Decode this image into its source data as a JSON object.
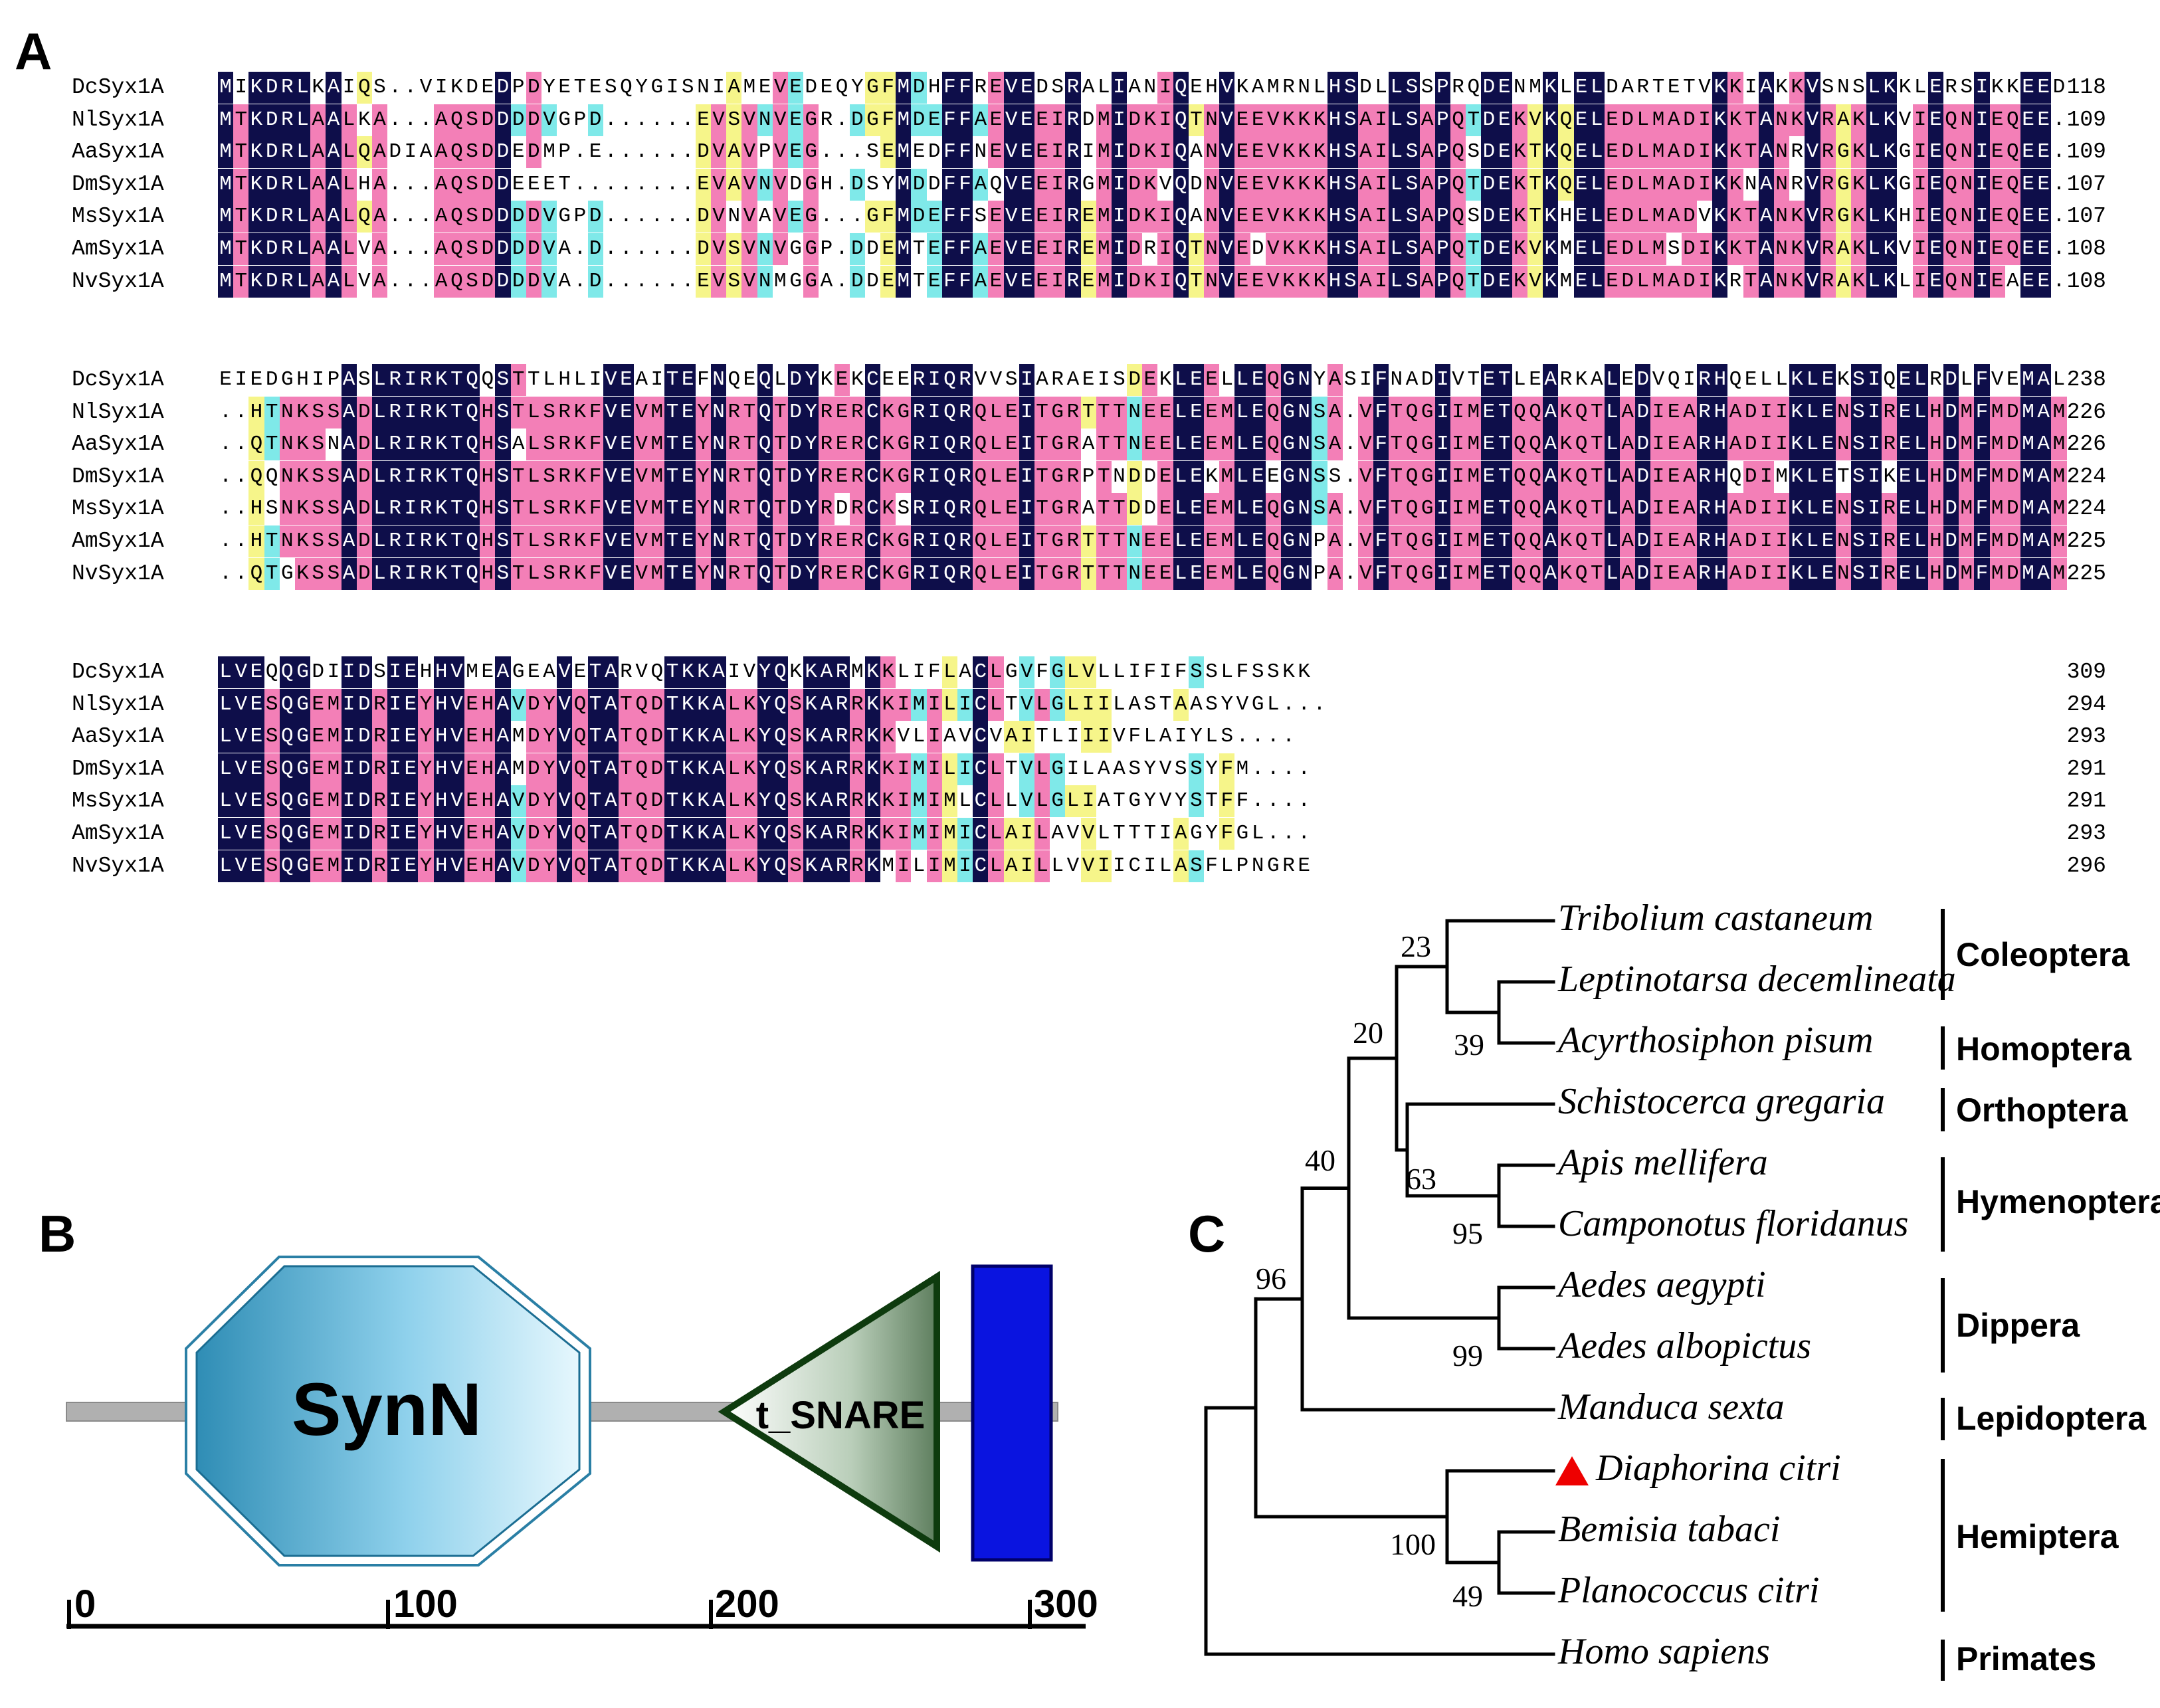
{
  "panels": {
    "a": "A",
    "b": "B",
    "c": "C"
  },
  "colors": {
    "identical": "#0e0e4a",
    "high": "#f37fb7",
    "medium": "#7fe9e9",
    "low": "#f6f58a"
  },
  "alignment": {
    "blocks": [
      {
        "rows": [
          {
            "name": "DcSyx1A",
            "seq": "MIKDRLKAIQS..VIKDEDPDYETESQYGISNIAMEVEDEQYGFMDHFFREVEDSRALIANIQEHVKAMRNLHSDLLSSPRQDENMKLELDARTETVKKIAKKVSNSLKKLERSIKKEED",
            "end": "118"
          },
          {
            "name": "NlSyx1A",
            "seq": "MTKDRLAALKA...AQSDDDDVGPD......EVSVNVEGR.DGFMDEFFAEVEEIRDMIDKIQTNVEEVKKKHSAILSAPQTDEKVKQELEDLMADIKKTANKVRAKLKVIEQNIEQEE.",
            "end": "109"
          },
          {
            "name": "AaSyx1A",
            "seq": "MTKDRLAALQADIAAQSDDEDMP.E......DVAVPVEG...SEMEDFFNEVEEIRIMIDKIQANVEEVKKKHSAILSAPQSDEKTKQELEDLMADIKKTANRVRGKLKGIEQNIEQEE.",
            "end": "109"
          },
          {
            "name": "DmSyx1A",
            "seq": "MTKDRLAALHA...AQSDDEEET........EVAVNVDGH.DSYMDDFFAQVEEIRGMIDKVQDNVEEVKKKHSAILSAPQTDEKTKQELEDLMADIKKNANRVRGKLKGIEQNIEQEE.",
            "end": "107"
          },
          {
            "name": "MsSyx1A",
            "seq": "MTKDRLAALQA...AQSDDDDVGPD......DVNVAVEG...GFMDEFFSEVEEIREMIDKIQANVEEVKKKHSAILSAPQSDEKTKHELEDLMADVKKTANKVRGKLKHIEQNIEQEE.",
            "end": "107"
          },
          {
            "name": "AmSyx1A",
            "seq": "MTKDRLAALVA...AQSDDDDVA.D......DVSVNVGGP.DDEMTEFFAEVEEIREMIDRIQTNVEDVKKKHSAILSAPQTDEKVKMELEDLMSDIKKTANKVRAKLKVIEQNIEQEE.",
            "end": "108"
          },
          {
            "name": "NvSyx1A",
            "seq": "MTKDRLAALVA...AQSDDDDVA.D......EVSVNMGGA.DDEMTEFFAEVEEIREMIDKIQTNVEEVKKKHSAILSAPQTDEKVKMELEDLMADIKRTANKVRAKLKLIEQNIEAEE.",
            "end": "108"
          }
        ]
      },
      {
        "rows": [
          {
            "name": "DcSyx1A",
            "seq": "EIEDGHIPASLRIRKTQQSTTLHLIVEAITEFNQEQLDYKEKCEERIQRVVSIARAEISDEKLEELLEQGNYASIFNADIVTETLEARKALEDVQIRHQELLKLEKSIQELRDLFVEMAL",
            "end": "238"
          },
          {
            "name": "NlSyx1A",
            "seq": "..HTNKSSADLRIRKTQHSTLSRKFVEVMTEYNRTQTDYRERCKGRIQRQLEITGRTTTNEELEEMLEQGNSA.VFTQGIIMETQQAKQTLADIEARHADIIKLENSIRELHDMFMDMAM",
            "end": "226"
          },
          {
            "name": "AaSyx1A",
            "seq": "..QTNKSNADLRIRKTQHSALSRKFVEVMTEYNRTQTDYRERCKGRIQRQLEITGRATTNEELEEMLEQGNSA.VFTQGIIMETQQAKQTLADIEARHADIIKLENSIRELHDMFMDMAM",
            "end": "226"
          },
          {
            "name": "DmSyx1A",
            "seq": "..QQNKSSADLRIRKTQHSTLSRKFVEVMTEYNRTQTDYRERCKGRIQRQLEITGRPTNDDELEKMLEEGNSS.VFTQGIIMETQQAKQTLADIEARHQDIMKLETSIKELHDMFMDMAM",
            "end": "224"
          },
          {
            "name": "MsSyx1A",
            "seq": "..HSNKSSADLRIRKTQHSTLSRKFVEVMTEYNRTQTDYRDRCKSRIQRQLEITGRATTDDELEEMLEQGNSA.VFTQGIIMETQQAKQTLADIEARHADIIKLENSIRELHDMFMDMAM",
            "end": "224"
          },
          {
            "name": "AmSyx1A",
            "seq": "..HTNKSSADLRIRKTQHSTLSRKFVEVMTEYNRTQTDYRERCKGRIQRQLEITGRTTTNEELEEMLEQGNPA.VFTQGIIMETQQAKQTLADIEARHADIIKLENSIRELHDMFMDMAM",
            "end": "225"
          },
          {
            "name": "NvSyx1A",
            "seq": "..QTGKSSADLRIRKTQHSTLSRKFVEVMTEYNRTQTDYRERCKGRIQRQLEITGRTTTNEELEEMLEQGNPA.VFTQGIIMETQQAKQTLADIEARHADIIKLENSIRELHDMFMDMAM",
            "end": "225"
          }
        ]
      },
      {
        "rows": [
          {
            "name": "DcSyx1A",
            "seq": "LVEQQGDIIDSIEHHVMEAGEAVETARVQTKKAIVYQKKARMKKLIFLACLGVFGLVLLIFIFSSLFSSKK",
            "end": "309"
          },
          {
            "name": "NlSyx1A",
            "seq": "LVESQGEMIDRIEYHVEHAVDYVQTATQDTKKALKYQSKARRKKIMILICLTVLGLIILASTAASYVGL...",
            "end": "294"
          },
          {
            "name": "AaSyx1A",
            "seq": "LVESQGEMIDRIEYHVEHAMDYVQTATQDTKKALKYQSKARRKKVLIAVCVAITLIIIVFLAIYLS....",
            "end": "293"
          },
          {
            "name": "DmSyx1A",
            "seq": "LVESQGEMIDRIEYHVEHAMDYVQTATQDTKKALKYQSKARRKKIMILICLTVLGILAASYVSSYFM....",
            "end": "291"
          },
          {
            "name": "MsSyx1A",
            "seq": "LVESQGEMIDRIEYHVEHAVDYVQTATQDTKKALKYQSKARRKKIMIMLCLLVLGLIATGYVYSTFF....",
            "end": "291"
          },
          {
            "name": "AmSyx1A",
            "seq": "LVESQGEMIDRIEYHVEHAVDYVQTATQDTKKALKYQSKARRKKIMIMICLAILAVVLTTTIAGYFGL...",
            "end": "293"
          },
          {
            "name": "NvSyx1A",
            "seq": "LVESQGEMIDRIEYHVEHAVDYVQTATQDTKKALKYQSKARRKMILIMICLAILLVVIICILASFLPNGRE",
            "end": "296"
          }
        ]
      }
    ]
  },
  "domain": {
    "synn_label": "SynN",
    "tsnare_label": "t_SNARE",
    "axis_ticks": [
      "0",
      "100",
      "200",
      "300"
    ],
    "synn_color": "#3aa0c8",
    "tm_color": "#0a14e0"
  },
  "tree": {
    "taxa": [
      "Tribolium castaneum",
      "Leptinotarsa decemlineata",
      "Acyrthosiphon pisum",
      "Schistocerca gregaria",
      "Apis mellifera",
      "Camponotus floridanus",
      "Aedes aegypti",
      "Aedes albopictus",
      "Manduca sexta",
      "Diaphorina citri",
      "Bemisia tabaci",
      "Planococcus citri",
      "Homo sapiens"
    ],
    "bootstrap": [
      "23",
      "39",
      "20",
      "63",
      "95",
      "40",
      "99",
      "96",
      "100",
      "49"
    ],
    "orders": [
      "Coleoptera",
      "Homoptera",
      "Orthoptera",
      "Hymenoptera",
      "Dippera",
      "Lepidoptera",
      "Hemiptera",
      "Primates"
    ],
    "marker_color": "#ee0000"
  }
}
